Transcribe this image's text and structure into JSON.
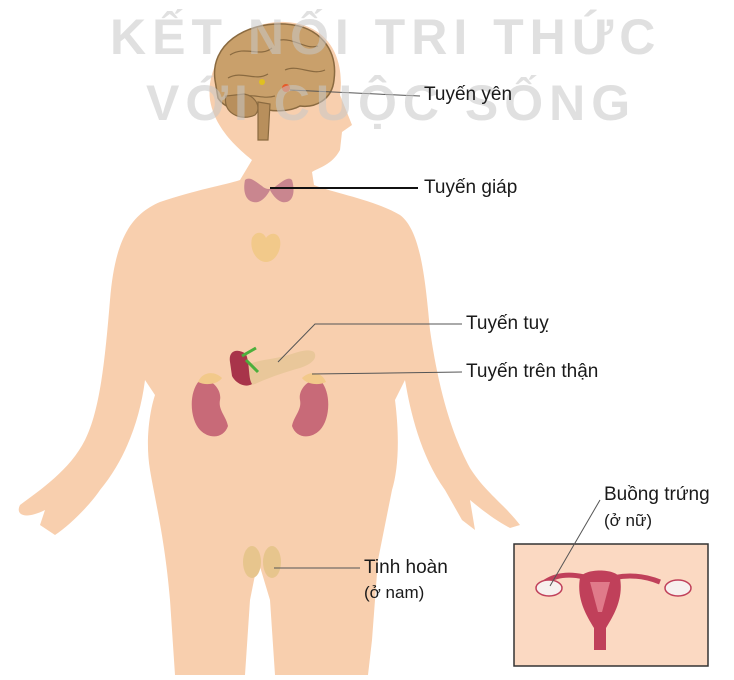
{
  "watermark": {
    "line1": "KẾT NỐI TRI THỨC",
    "line2": "VỚI CUỘC SỐNG"
  },
  "labels": {
    "pituitary": "Tuyến yên",
    "thyroid": "Tuyến giáp",
    "pancreas": "Tuyến tuỵ",
    "adrenal": "Tuyến trên thận",
    "ovary_1": "Buồng trứng",
    "ovary_2": "(ở nữ)",
    "testis_1": "Tinh hoàn",
    "testis_2": "(ở nam)"
  },
  "colors": {
    "skin": "#f8cfae",
    "brain": "#c9a06b",
    "gland": "#e8a07a",
    "thyroid": "#c9868f",
    "kidney": "#c86a78",
    "adrenal": "#f2c98a",
    "pancreas": "#e9c79a",
    "uterus": "#c0405a"
  }
}
